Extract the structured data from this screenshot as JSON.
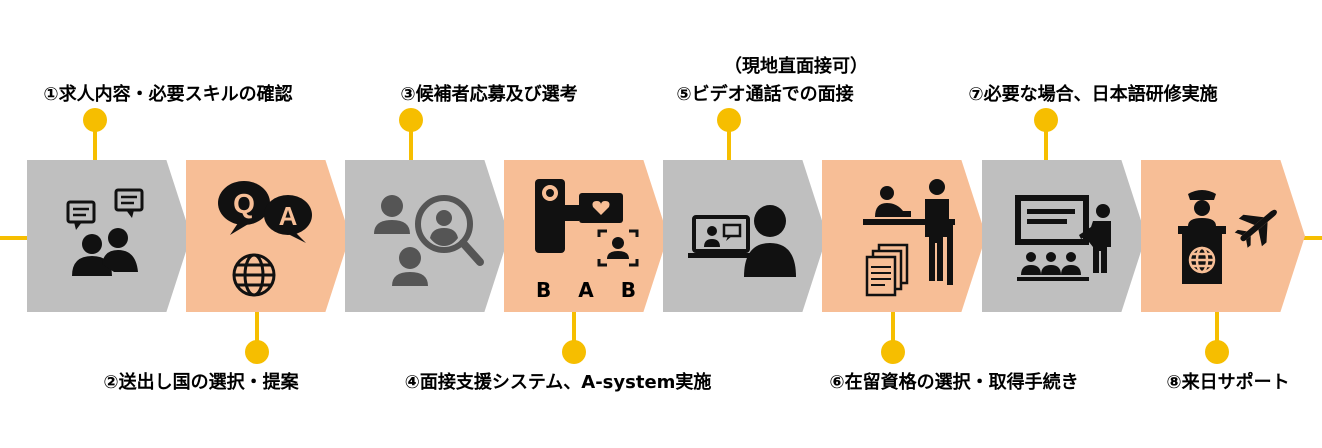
{
  "steps": [
    {
      "label": "①求人内容・必要スキルの確認",
      "icon": "chat-people-icon"
    },
    {
      "label": "②送出し国の選択・提案",
      "icon": "qa-globe-icon"
    },
    {
      "label": "③候補者応募及び選考",
      "icon": "candidate-search-icon"
    },
    {
      "label": "④面接支援システム、A-system実施",
      "icon": "video-camera-icon",
      "sub_text": "B A B"
    },
    {
      "label": "⑤ビデオ通話での面接",
      "pre_label": "（現地直面接可）",
      "icon": "video-call-icon"
    },
    {
      "label": "⑥在留資格の選択・取得手続き",
      "icon": "counter-documents-icon"
    },
    {
      "label": "⑦必要な場合、日本語研修実施",
      "icon": "classroom-icon"
    },
    {
      "label": "⑧来日サポート",
      "icon": "airport-immigration-icon"
    }
  ],
  "colors": {
    "accent": "#F6BE00",
    "gray_box": "#BFBFBF",
    "peach_box": "#F7BE96",
    "icon": "#111111"
  }
}
